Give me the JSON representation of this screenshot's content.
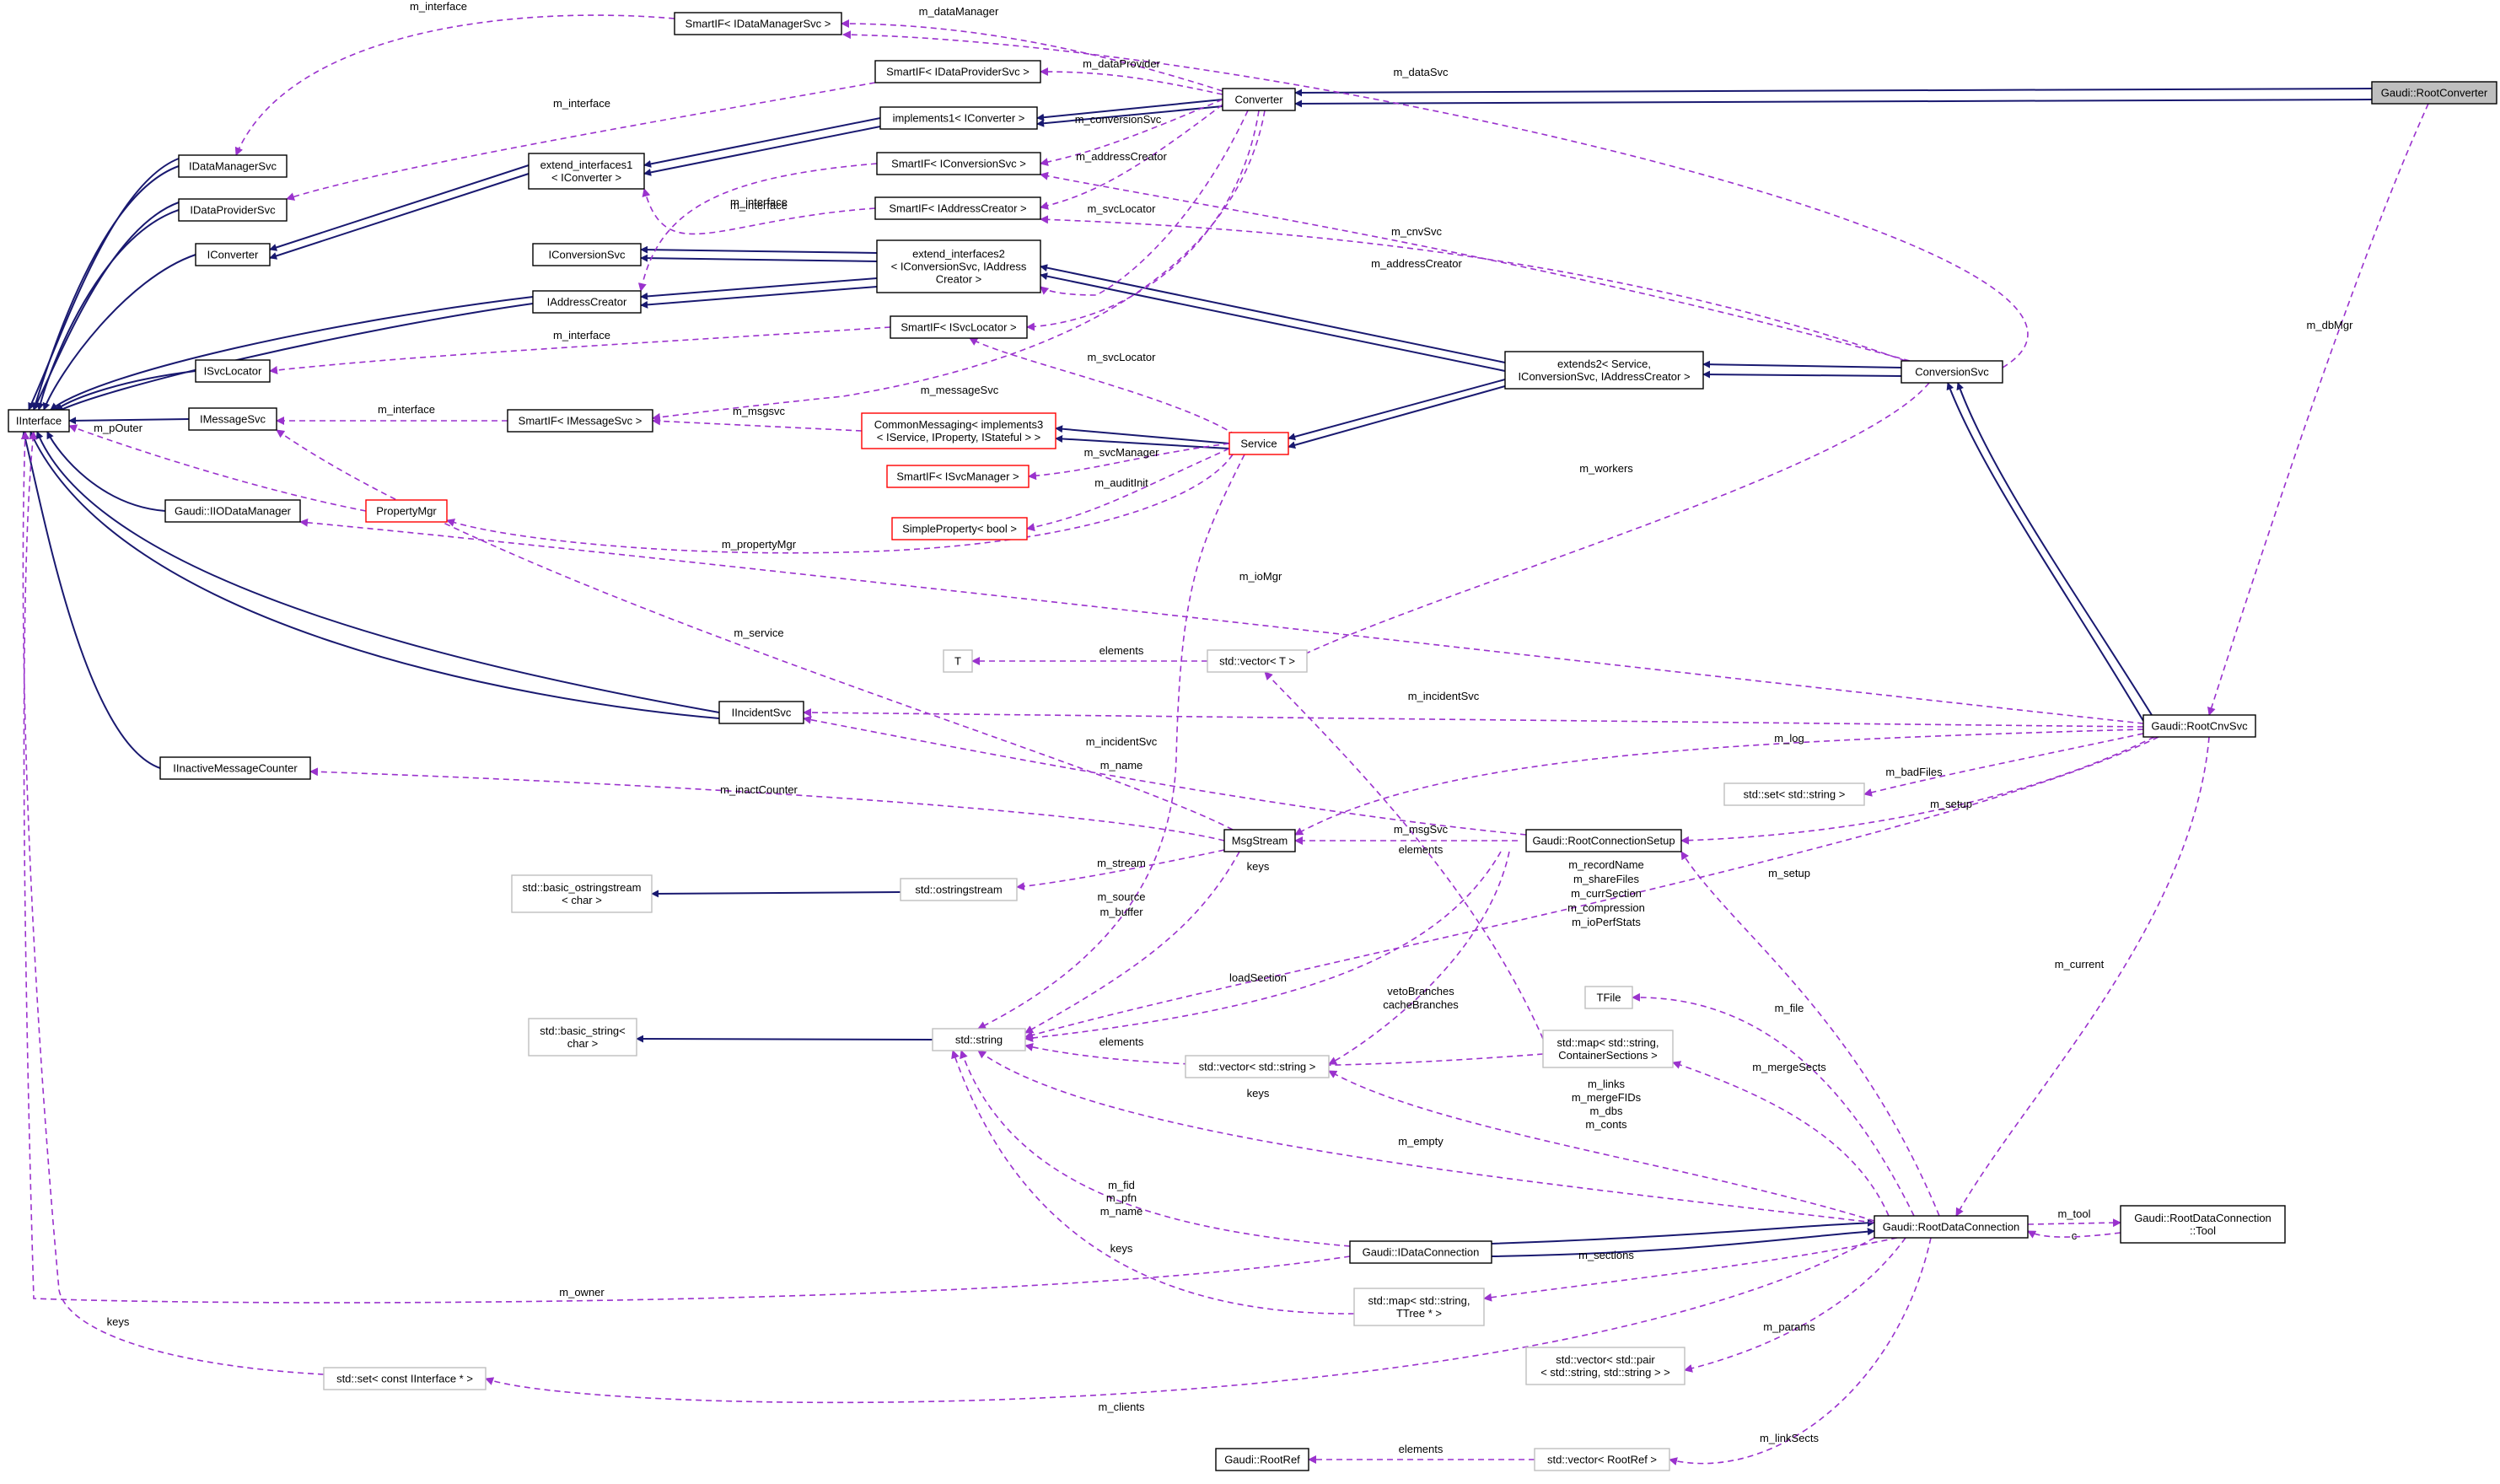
{
  "diagram": {
    "colors": {
      "inherit": "#191970",
      "usage": "#9a32cd",
      "node_border": "#000000",
      "template_border": "#bfbfbf",
      "undocumented_border": "#ff0000",
      "highlight_fill": "#bfbfbf"
    },
    "nodes": [
      {
        "id": "rootconverter",
        "label": [
          "Gaudi::RootConverter"
        ],
        "style": "highlight"
      },
      {
        "id": "converter",
        "label": [
          "Converter"
        ],
        "style": "normal"
      },
      {
        "id": "smartif_dms",
        "label": [
          "SmartIF< IDataManagerSvc >"
        ],
        "style": "normal"
      },
      {
        "id": "smartif_dps",
        "label": [
          "SmartIF< IDataProviderSvc >"
        ],
        "style": "normal"
      },
      {
        "id": "impl1_iconv",
        "label": [
          "implements1< IConverter >"
        ],
        "style": "normal"
      },
      {
        "id": "ext_if1",
        "label": [
          "extend_interfaces1",
          "< IConverter >"
        ],
        "style": "normal"
      },
      {
        "id": "smartif_ics",
        "label": [
          "SmartIF< IConversionSvc >"
        ],
        "style": "normal"
      },
      {
        "id": "smartif_iac",
        "label": [
          "SmartIF< IAddressCreator >"
        ],
        "style": "normal"
      },
      {
        "id": "ext_if2",
        "label": [
          "extend_interfaces2",
          "< IConversionSvc, IAddress",
          "Creator >"
        ],
        "style": "normal"
      },
      {
        "id": "idatamanagersvc",
        "label": [
          "IDataManagerSvc"
        ],
        "style": "normal"
      },
      {
        "id": "idataprovidersvc",
        "label": [
          "IDataProviderSvc"
        ],
        "style": "normal"
      },
      {
        "id": "iconverter",
        "label": [
          "IConverter"
        ],
        "style": "normal"
      },
      {
        "id": "iconversionsvc",
        "label": [
          "IConversionSvc"
        ],
        "style": "normal"
      },
      {
        "id": "iaddresscreator",
        "label": [
          "IAddressCreator"
        ],
        "style": "normal"
      },
      {
        "id": "smartif_isl",
        "label": [
          "SmartIF< ISvcLocator >"
        ],
        "style": "normal"
      },
      {
        "id": "isvclocator",
        "label": [
          "ISvcLocator"
        ],
        "style": "normal"
      },
      {
        "id": "iinterface",
        "label": [
          "IInterface"
        ],
        "style": "normal"
      },
      {
        "id": "imessagesvc",
        "label": [
          "IMessageSvc"
        ],
        "style": "normal"
      },
      {
        "id": "smartif_ims",
        "label": [
          "SmartIF< IMessageSvc >"
        ],
        "style": "normal"
      },
      {
        "id": "commonmessaging",
        "label": [
          "CommonMessaging< implements3",
          "< IService, IProperty, IStateful > >"
        ],
        "style": "red"
      },
      {
        "id": "service",
        "label": [
          "Service"
        ],
        "style": "red"
      },
      {
        "id": "extends2",
        "label": [
          "extends2< Service,",
          "IConversionSvc, IAddressCreator >"
        ],
        "style": "normal"
      },
      {
        "id": "conversionsvc",
        "label": [
          "ConversionSvc"
        ],
        "style": "normal"
      },
      {
        "id": "smartif_ism",
        "label": [
          "SmartIF< ISvcManager >"
        ],
        "style": "red"
      },
      {
        "id": "simpleproperty",
        "label": [
          "SimpleProperty< bool >"
        ],
        "style": "red"
      },
      {
        "id": "propertymgr",
        "label": [
          "PropertyMgr"
        ],
        "style": "red"
      },
      {
        "id": "iiodatamanager",
        "label": [
          "Gaudi::IIODataManager"
        ],
        "style": "normal"
      },
      {
        "id": "t",
        "label": [
          "T"
        ],
        "style": "grey"
      },
      {
        "id": "vector_t",
        "label": [
          "std::vector< T >"
        ],
        "style": "grey"
      },
      {
        "id": "iincidentsvc",
        "label": [
          "IIncidentSvc"
        ],
        "style": "normal"
      },
      {
        "id": "rootcnvsvc",
        "label": [
          "Gaudi::RootCnvSvc"
        ],
        "style": "normal"
      },
      {
        "id": "iinactivemc",
        "label": [
          "IInactiveMessageCounter"
        ],
        "style": "normal"
      },
      {
        "id": "set_string",
        "label": [
          "std::set< std::string >"
        ],
        "style": "grey"
      },
      {
        "id": "msgstream",
        "label": [
          "MsgStream"
        ],
        "style": "normal"
      },
      {
        "id": "rootconnsetup",
        "label": [
          "Gaudi::RootConnectionSetup"
        ],
        "style": "normal"
      },
      {
        "id": "basic_ostringstream",
        "label": [
          "std::basic_ostringstream",
          "< char >"
        ],
        "style": "grey"
      },
      {
        "id": "ostringstream",
        "label": [
          "std::ostringstream"
        ],
        "style": "grey"
      },
      {
        "id": "tfile",
        "label": [
          "TFile"
        ],
        "style": "grey"
      },
      {
        "id": "basic_string",
        "label": [
          "std::basic_string<",
          "char >"
        ],
        "style": "grey"
      },
      {
        "id": "std_string",
        "label": [
          "std::string"
        ],
        "style": "grey"
      },
      {
        "id": "map_contsections",
        "label": [
          "std::map< std::string,",
          "ContainerSections >"
        ],
        "style": "grey"
      },
      {
        "id": "vector_string",
        "label": [
          "std::vector< std::string >"
        ],
        "style": "grey"
      },
      {
        "id": "idataconnection",
        "label": [
          "Gaudi::IDataConnection"
        ],
        "style": "normal"
      },
      {
        "id": "rootdataconnection",
        "label": [
          "Gaudi::RootDataConnection"
        ],
        "style": "normal"
      },
      {
        "id": "rdc_tool",
        "label": [
          "Gaudi::RootDataConnection",
          "::Tool"
        ],
        "style": "normal"
      },
      {
        "id": "map_ttree",
        "label": [
          "std::map< std::string,",
          "TTree * >"
        ],
        "style": "grey"
      },
      {
        "id": "vector_pair",
        "label": [
          "std::vector< std::pair",
          "< std::string, std::string > >"
        ],
        "style": "grey"
      },
      {
        "id": "set_iinterface",
        "label": [
          "std::set< const IInterface * >"
        ],
        "style": "grey"
      },
      {
        "id": "rootref",
        "label": [
          "Gaudi::RootRef"
        ],
        "style": "normal"
      },
      {
        "id": "vector_rootref",
        "label": [
          "std::vector< RootRef >"
        ],
        "style": "grey"
      }
    ],
    "edge_labels": [
      "m_interface",
      "m_dataManager",
      "m_interface",
      "m_dataProvider",
      "m_dataSvc",
      "m_conversionSvc",
      "m_interface",
      "m_addressCreator",
      "m_interface",
      "m_svcLocator",
      "m_cnvSvc",
      "m_addressCreator",
      "m_dbMgr",
      "m_interface",
      "m_svcLocator",
      "m_messageSvc",
      "m_interface",
      "m_msgsvc",
      "m_pOuter",
      "m_svcManager",
      "m_auditInit",
      "m_workers",
      "m_propertyMgr",
      "m_ioMgr",
      "m_service",
      "elements",
      "m_incidentSvc",
      "m_log",
      "m_incidentSvc",
      "m_name",
      "m_badFiles",
      "m_inactCounter",
      "m_setup",
      "m_msgSvc",
      "keys",
      "elements",
      "m_stream",
      "m_source",
      "m_buffer",
      "m_recordName",
      "m_shareFiles",
      "m_currSection",
      "m_compression",
      "m_ioPerfStats",
      "m_setup",
      "m_current",
      "loadSection",
      "vetoBranches",
      "cacheBranches",
      "m_file",
      "elements",
      "keys",
      "m_mergeSects",
      "m_links",
      "m_mergeFIDs",
      "m_dbs",
      "m_conts",
      "m_empty",
      "m_fid",
      "m_pfn",
      "m_name",
      "m_tool",
      "c",
      "keys",
      "m_owner",
      "m_sections",
      "m_params",
      "keys",
      "m_clients",
      "elements",
      "m_linkSects"
    ]
  }
}
